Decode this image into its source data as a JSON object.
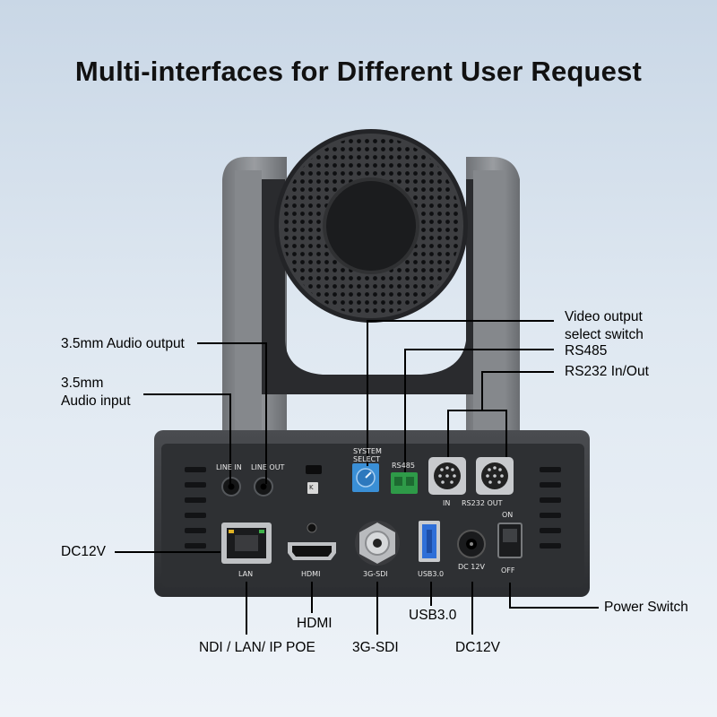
{
  "title": "Multi-interfaces for Different User Request",
  "callouts": {
    "audio_output": "3.5mm Audio output",
    "audio_input_line1": "3.5mm",
    "audio_input_line2": "Audio input",
    "dc12v_left": "DC12V",
    "video_switch_line1": "Video output",
    "video_switch_line2": "select switch",
    "rs485": "RS485",
    "rs232": "RS232 In/Out",
    "power_switch": "Power Switch",
    "hdmi": "HDMI",
    "usb3": "USB3.0",
    "ndi_lan": "NDI / LAN/ IP POE",
    "sdi": "3G-SDI",
    "dc12v_bottom": "DC12V"
  },
  "panel_labels": {
    "line_in": "LINE IN",
    "line_out": "LINE OUT",
    "system_select_1": "SYSTEM",
    "system_select_2": "SELECT",
    "rs485": "RS485",
    "in": "IN",
    "rs232_out": "RS232  OUT",
    "on": "ON",
    "off": "OFF",
    "lan": "LAN",
    "hdmi": "HDMI",
    "sdi": "3G-SDI",
    "usb": "USB3.0",
    "dc": "DC 12V",
    "lock": "K"
  },
  "colors": {
    "body_dark": "#3a3c40",
    "arm_gray": "#7d8085",
    "dial_blue": "#3a8fd6",
    "terminal_green": "#2e9a48",
    "usb_blue": "#2f6fd8"
  }
}
